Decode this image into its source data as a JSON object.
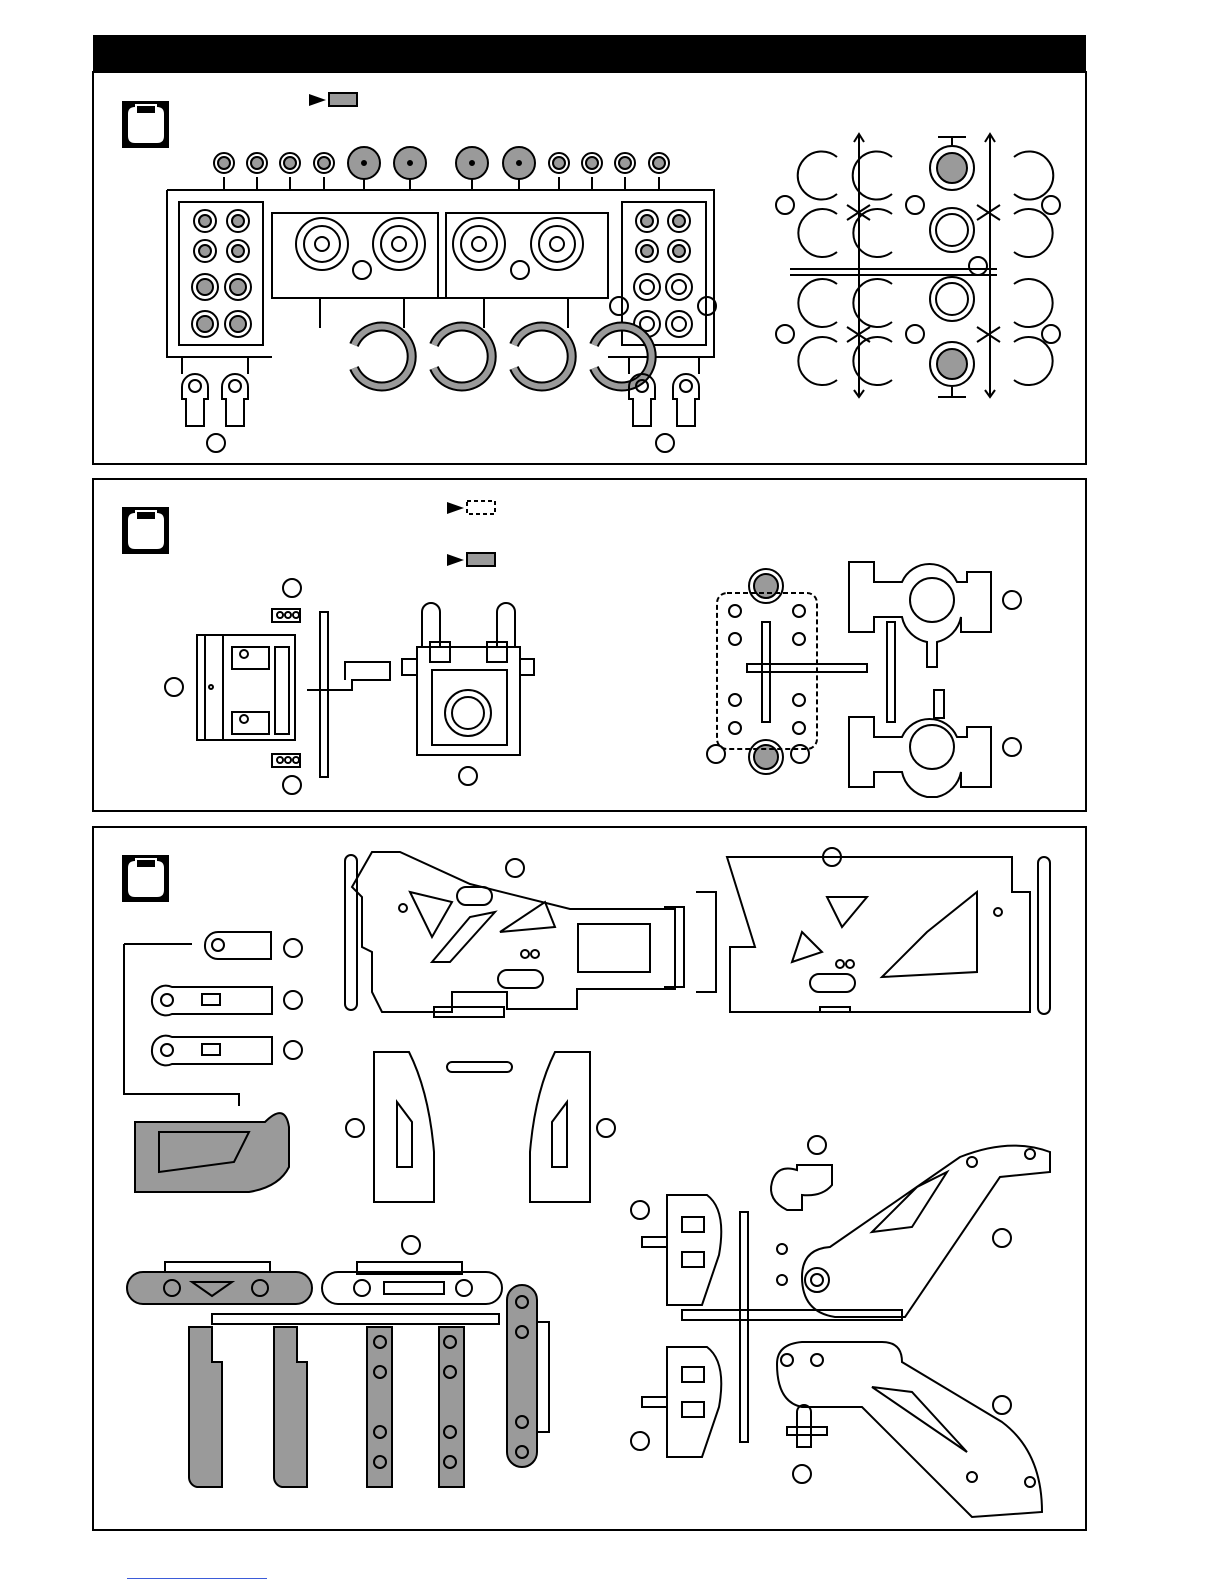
{
  "page": {
    "header_bar": "black"
  },
  "colors": {
    "line": "#000000",
    "part_gray": "#9a9a9a",
    "footer_rule": "#3b5bd9"
  },
  "panels": [
    {
      "name": "sprue-panel-1",
      "bag_icon": "parts-bag-icon",
      "legend": [
        {
          "icon": "arrow-gray-swatch-icon",
          "swatch": "gray"
        }
      ],
      "parts": [
        "piston-sprue",
        "shock-cap-sprue",
        "rod-end-pairs",
        "c-clip-sprue"
      ]
    },
    {
      "name": "sprue-panel-2",
      "bag_icon": "parts-bag-icon",
      "legend": [
        {
          "icon": "arrow-dashed-swatch-icon",
          "swatch": "dashed"
        },
        {
          "icon": "arrow-gray-swatch-icon",
          "swatch": "gray"
        }
      ],
      "parts": [
        "bulkhead-sprue",
        "gearbox-housing",
        "knuckle-sprue"
      ]
    },
    {
      "name": "sprue-panel-3",
      "bag_icon": "parts-bag-icon",
      "parts": [
        "lever-sprue",
        "suspension-arm-sprue",
        "hub-carriers",
        "hinge-pin-holders",
        "chassis-brace-sprue"
      ]
    }
  ]
}
